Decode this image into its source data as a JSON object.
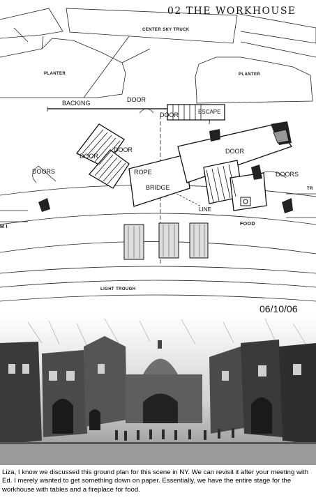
{
  "sheet": {
    "title": "02 THE WORKHOUSE",
    "date": "06/10/06"
  },
  "plan_labels": {
    "center_sky_truck": "CENTER SKY TRUCK",
    "planter_left": "PLANTER",
    "planter_right": "PLANTER",
    "backing": "BACKING",
    "door_top": "DOOR",
    "door_center": "DOOR",
    "escape": "ESCAPE",
    "door_upper_center": "DOOR",
    "door_left": "DOOR",
    "door_right": "DOOR",
    "doors_left": "DOORS",
    "doors_right": "DOORS",
    "rope": "ROPE",
    "bridge": "BRIDGE",
    "line": "LINE",
    "food": "FOOD",
    "edge_left": "M I",
    "edge_right": "TR",
    "light_trough": "LIGHT TROUGH"
  },
  "caption": {
    "text": "Liza, I know we discussed this ground plan for this scene in NY.  We can revisit it after your meeting with Ed.  I merely wanted to get something down on paper.  Essentially, we have the entire stage for the workhouse with tables and a fireplace for food."
  }
}
